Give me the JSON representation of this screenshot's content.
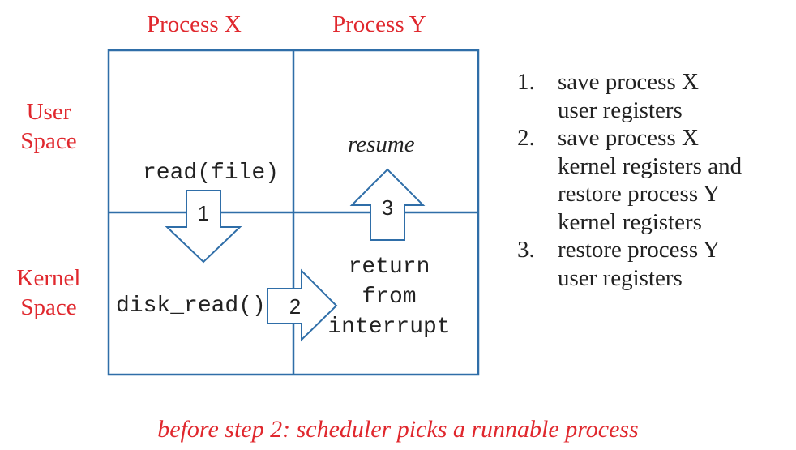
{
  "columns": [
    "Process X",
    "Process Y"
  ],
  "rows": [
    "User\nSpace",
    "Kernel\nSpace"
  ],
  "cells": {
    "user_x": "read(file)",
    "user_y": "resume",
    "kernel_x": "disk_read()",
    "kernel_y": [
      "return",
      "from",
      "interrupt"
    ]
  },
  "arrows": [
    {
      "id": "arrow-1",
      "label": "1",
      "direction": "down"
    },
    {
      "id": "arrow-2",
      "label": "2",
      "direction": "right"
    },
    {
      "id": "arrow-3",
      "label": "3",
      "direction": "up"
    }
  ],
  "steps": [
    {
      "num": "1.",
      "text": "save process X user registers"
    },
    {
      "num": "2.",
      "text": "save process X kernel registers and restore process Y kernel registers"
    },
    {
      "num": "3.",
      "text": "restore process Y user registers"
    }
  ],
  "caption": "before step 2: scheduler picks a runnable process",
  "colors": {
    "accent": "#e0282e",
    "grid": "#2f6ea8",
    "text": "#222222"
  }
}
